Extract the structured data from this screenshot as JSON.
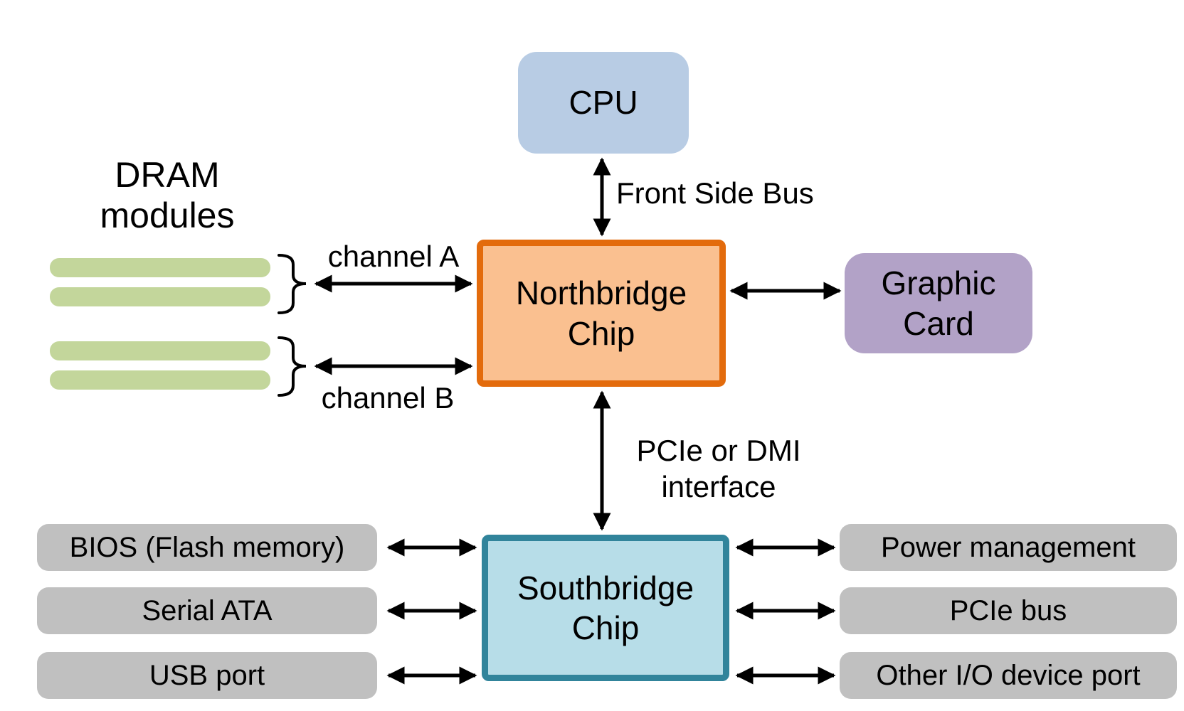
{
  "diagram": {
    "nodes": {
      "cpu": {
        "label": "CPU"
      },
      "northbridge": {
        "label_line1": "Northbridge",
        "label_line2": "Chip"
      },
      "southbridge": {
        "label_line1": "Southbridge",
        "label_line2": "Chip"
      },
      "graphic_card": {
        "label_line1": "Graphic",
        "label_line2": "Card"
      },
      "dram": {
        "label_line1": "DRAM",
        "label_line2": "modules",
        "module_count": 4
      }
    },
    "bus_labels": {
      "front_side_bus": "Front Side Bus",
      "channel_a": "channel A",
      "channel_b": "channel B",
      "pcie_dmi_line1": "PCIe or DMI",
      "pcie_dmi_line2": "interface"
    },
    "left_ports": [
      "BIOS (Flash memory)",
      "Serial ATA",
      "USB port"
    ],
    "right_ports": [
      "Power management",
      "PCIe bus",
      "Other I/O device port"
    ],
    "colors": {
      "cpu_fill": "#b8cce4",
      "northbridge_fill": "#fac090",
      "northbridge_border": "#e36b0c",
      "southbridge_fill": "#b7dde8",
      "southbridge_border": "#31849b",
      "graphic_card_fill": "#b2a2c7",
      "dram_bar_fill": "#c3d69b",
      "port_fill": "#c0c0c0",
      "arrow_color": "#000000",
      "text_color": "#000000"
    }
  }
}
